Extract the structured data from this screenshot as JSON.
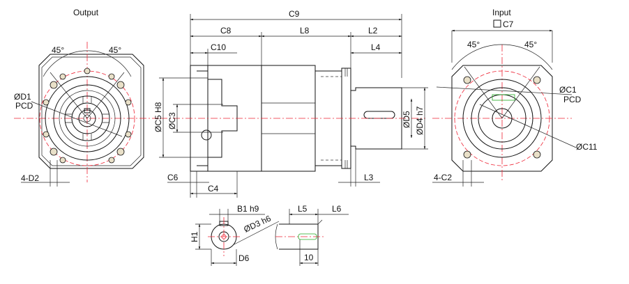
{
  "views": {
    "output_title": "Output",
    "input_title": "Input"
  },
  "labels": {
    "output_angle_left": "45°",
    "output_angle_right": "45°",
    "d1": "ØD1",
    "pcd_left": "PCD",
    "d2": "4-D2",
    "c9": "C9",
    "c8": "C8",
    "l8": "L8",
    "l2": "L2",
    "c10": "C10",
    "l4": "L4",
    "c5": "ØC5 H8",
    "c3": "ØC3",
    "d5": "ØD5",
    "d4": "ØD4 h7",
    "c6": "C6",
    "c4": "C4",
    "l3": "L3",
    "c7": "C7",
    "input_angle_left": "45°",
    "input_angle_right": "45°",
    "c1": "ØC1",
    "pcd_right": "PCD",
    "c11": "ØC11",
    "c2": "4-C2",
    "b1": "B1  h9",
    "d3": "ØD3  h6",
    "l5": "L5",
    "l6": "L6",
    "h1": "H1",
    "d6": "D6",
    "ten": "10"
  },
  "colors": {
    "line": "#111111",
    "center_line": "#e23333",
    "key_line": "#22aa22",
    "bolt_fill": "#e9e0c8"
  }
}
